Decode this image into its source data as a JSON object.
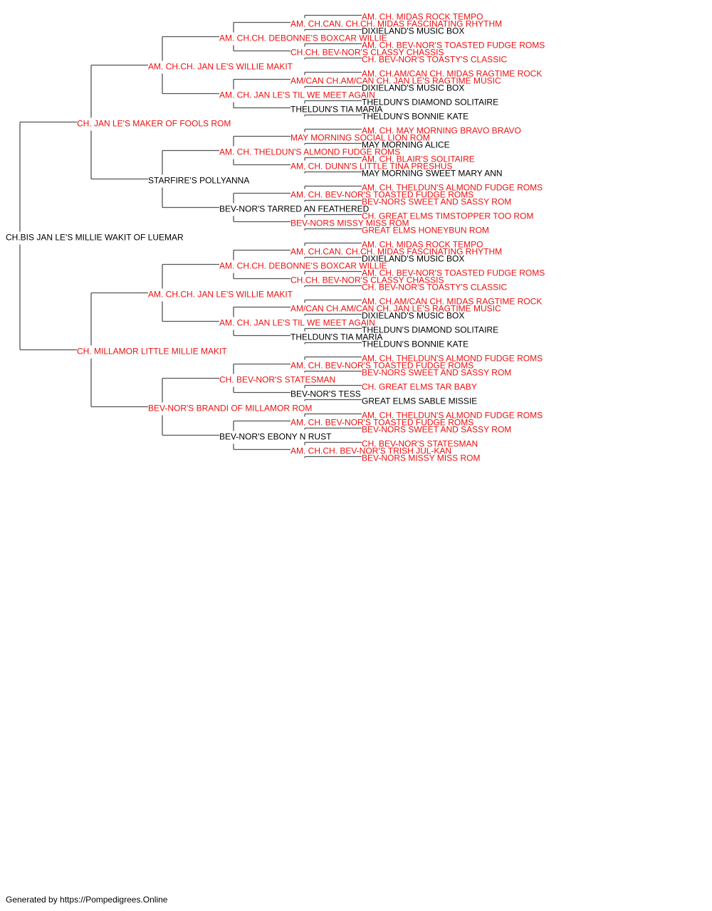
{
  "colors": {
    "titled": "#ee1111",
    "plain": "#000000",
    "line": "#555555"
  },
  "pedigree": {
    "name": "CH.BIS JAN LE'S MILLIE WAKIT OF LUEMAR",
    "titled": false,
    "sire": {
      "name": "CH. JAN LE'S MAKER OF FOOLS ROM",
      "titled": true,
      "sire": {
        "name": "AM. CH.CH. JAN LE'S WILLIE MAKIT",
        "titled": true,
        "sire": {
          "name": "AM. CH.CH. DEBONNE'S BOXCAR WILLIE",
          "titled": true,
          "sire": {
            "name": "AM. CH.CAN. CH.CH. MIDAS FASCINATING RHYTHM",
            "titled": true,
            "sire": {
              "name": "AM. CH. MIDAS ROCK TEMPO",
              "titled": true
            },
            "dam": {
              "name": "DIXIELAND'S MUSIC BOX",
              "titled": false
            }
          },
          "dam": {
            "name": "CH.CH. BEV-NOR'S CLASSY CHASSIS",
            "titled": true,
            "sire": {
              "name": "AM. CH. BEV-NOR'S TOASTED FUDGE ROMS",
              "titled": true
            },
            "dam": {
              "name": "CH. BEV-NOR'S TOASTY'S CLASSIC",
              "titled": true
            }
          }
        },
        "dam": {
          "name": "AM. CH. JAN LE'S TIL WE MEET AGAIN",
          "titled": true,
          "sire": {
            "name": "AM/CAN CH.AM/CAN CH. JAN LE'S RAGTIME MUSIC",
            "titled": true,
            "sire": {
              "name": "AM. CH.AM/CAN CH. MIDAS RAGTIME ROCK",
              "titled": true
            },
            "dam": {
              "name": "DIXIELAND'S MUSIC BOX",
              "titled": false
            }
          },
          "dam": {
            "name": "THELDUN'S TIA MARIA",
            "titled": false,
            "sire": {
              "name": "THELDUN'S DIAMOND SOLITAIRE",
              "titled": false
            },
            "dam": {
              "name": "THELDUN'S BONNIE KATE",
              "titled": false
            }
          }
        }
      },
      "dam": {
        "name": "STARFIRE'S POLLYANNA",
        "titled": false,
        "sire": {
          "name": "AM. CH. THELDUN'S ALMOND FUDGE ROMS",
          "titled": true,
          "sire": {
            "name": "MAY MORNING SOCIAL LION ROM",
            "titled": true,
            "sire": {
              "name": "AM. CH. MAY MORNING BRAVO BRAVO",
              "titled": true
            },
            "dam": {
              "name": "MAY MORNING ALICE",
              "titled": false
            }
          },
          "dam": {
            "name": "AM. CH. DUNN'S LITTLE TINA PRESHUS",
            "titled": true,
            "sire": {
              "name": "AM. CH. BLAIR'S SOLITAIRE",
              "titled": true
            },
            "dam": {
              "name": "MAY MORNING SWEET MARY ANN",
              "titled": false
            }
          }
        },
        "dam": {
          "name": "BEV-NOR'S TARRED AN FEATHERED",
          "titled": false,
          "sire": {
            "name": "AM. CH. BEV-NOR'S TOASTED FUDGE ROMS",
            "titled": true,
            "sire": {
              "name": "AM. CH. THELDUN'S ALMOND FUDGE ROMS",
              "titled": true
            },
            "dam": {
              "name": "BEV-NORS SWEET AND SASSY ROM",
              "titled": true
            }
          },
          "dam": {
            "name": "BEV-NORS MISSY MISS ROM",
            "titled": true,
            "sire": {
              "name": "CH. GREAT ELMS TIMSTOPPER TOO ROM",
              "titled": true
            },
            "dam": {
              "name": "GREAT ELMS HONEYBUN ROM",
              "titled": true
            }
          }
        }
      }
    },
    "dam": {
      "name": "CH. MILLAMOR LITTLE MILLIE MAKIT",
      "titled": true,
      "sire": {
        "name": "AM. CH.CH. JAN LE'S WILLIE MAKIT",
        "titled": true,
        "sire": {
          "name": "AM. CH.CH. DEBONNE'S BOXCAR WILLIE",
          "titled": true,
          "sire": {
            "name": "AM. CH.CAN. CH.CH. MIDAS FASCINATING RHYTHM",
            "titled": true,
            "sire": {
              "name": "AM. CH. MIDAS ROCK TEMPO",
              "titled": true
            },
            "dam": {
              "name": "DIXIELAND'S MUSIC BOX",
              "titled": false
            }
          },
          "dam": {
            "name": "CH.CH. BEV-NOR'S CLASSY CHASSIS",
            "titled": true,
            "sire": {
              "name": "AM. CH. BEV-NOR'S TOASTED FUDGE ROMS",
              "titled": true
            },
            "dam": {
              "name": "CH. BEV-NOR'S TOASTY'S CLASSIC",
              "titled": true
            }
          }
        },
        "dam": {
          "name": "AM. CH. JAN LE'S TIL WE MEET AGAIN",
          "titled": true,
          "sire": {
            "name": "AM/CAN CH.AM/CAN CH. JAN LE'S RAGTIME MUSIC",
            "titled": true,
            "sire": {
              "name": "AM. CH.AM/CAN CH. MIDAS RAGTIME ROCK",
              "titled": true
            },
            "dam": {
              "name": "DIXIELAND'S MUSIC BOX",
              "titled": false
            }
          },
          "dam": {
            "name": "THELDUN'S TIA MARIA",
            "titled": false,
            "sire": {
              "name": "THELDUN'S DIAMOND SOLITAIRE",
              "titled": false
            },
            "dam": {
              "name": "THELDUN'S BONNIE KATE",
              "titled": false
            }
          }
        }
      },
      "dam": {
        "name": "BEV-NOR'S BRANDI OF MILLAMOR ROM",
        "titled": true,
        "sire": {
          "name": "CH. BEV-NOR'S STATESMAN",
          "titled": true,
          "sire": {
            "name": "AM. CH. BEV-NOR'S TOASTED FUDGE ROMS",
            "titled": true,
            "sire": {
              "name": "AM. CH. THELDUN'S ALMOND FUDGE ROMS",
              "titled": true
            },
            "dam": {
              "name": "BEV-NORS SWEET AND SASSY ROM",
              "titled": true
            }
          },
          "dam": {
            "name": "BEV-NOR'S TESS",
            "titled": false,
            "sire": {
              "name": "CH. GREAT ELMS TAR BABY",
              "titled": true
            },
            "dam": {
              "name": "GREAT ELMS SABLE MISSIE",
              "titled": false
            }
          }
        },
        "dam": {
          "name": "BEV-NOR'S EBONY N RUST",
          "titled": false,
          "sire": {
            "name": "AM. CH. BEV-NOR'S TOASTED FUDGE ROMS",
            "titled": true,
            "sire": {
              "name": "AM. CH. THELDUN'S ALMOND FUDGE ROMS",
              "titled": true
            },
            "dam": {
              "name": "BEV-NORS SWEET AND SASSY ROM",
              "titled": true
            }
          },
          "dam": {
            "name": "AM. CH.CH. BEV-NOR'S TRISH JUL-KAN",
            "titled": true,
            "sire": {
              "name": "CH. BEV-NOR'S STATESMAN",
              "titled": true
            },
            "dam": {
              "name": "BEV-NORS MISSY MISS ROM",
              "titled": true
            }
          }
        }
      }
    }
  },
  "footer": "Generated by https://Pompedigrees.Online"
}
